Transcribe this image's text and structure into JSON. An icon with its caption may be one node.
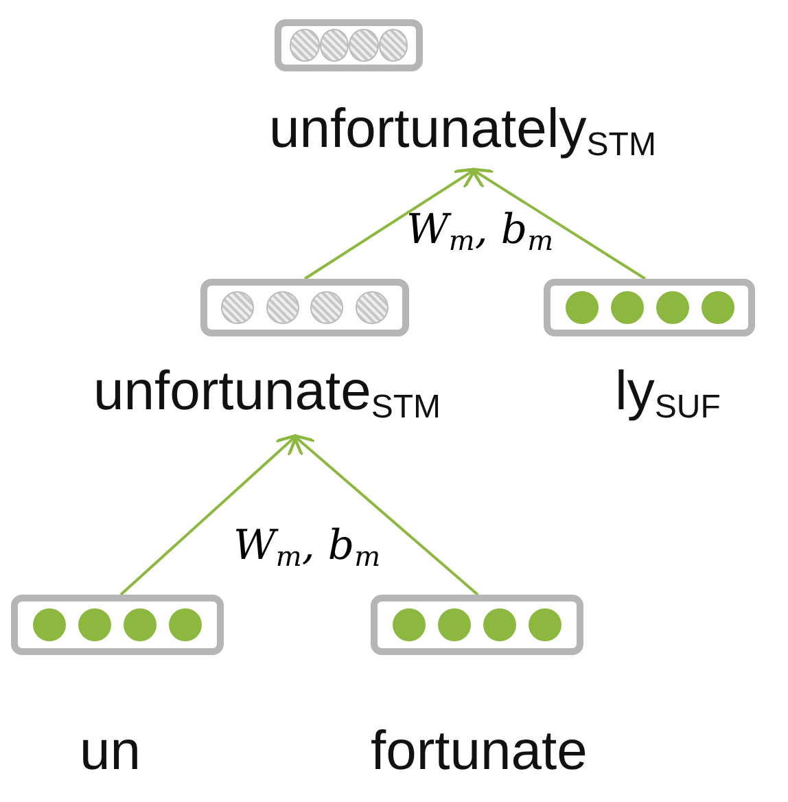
{
  "diagram": {
    "nodes": [
      {
        "text": [
          "unfortunately$_{STM}$"
        ]
      },
      {
        "text": [
          "unfortunate$_{STM}$"
        ]
      },
      {
        "text": [
          "ly$_{SUF}$"
        ]
      },
      {
        "text": [
          "un"
        ]
      },
      {
        "text": [
          "fortunate"
        ]
      }
    ],
    "edges": [
      {
        "from": 3,
        "to": 1,
        "arrow": "to"
      },
      {
        "from": 4,
        "to": 1,
        "arrow": "to"
      },
      {
        "from": 1,
        "to": 0,
        "arrow": "to"
      },
      {
        "from": 2,
        "to": 0,
        "arrow": "to"
      }
    ],
    "labels": [
      "W$_{m}$, b$_{m}$",
      "W$_{m}$, b$_{m}$"
    ]
  }
}
